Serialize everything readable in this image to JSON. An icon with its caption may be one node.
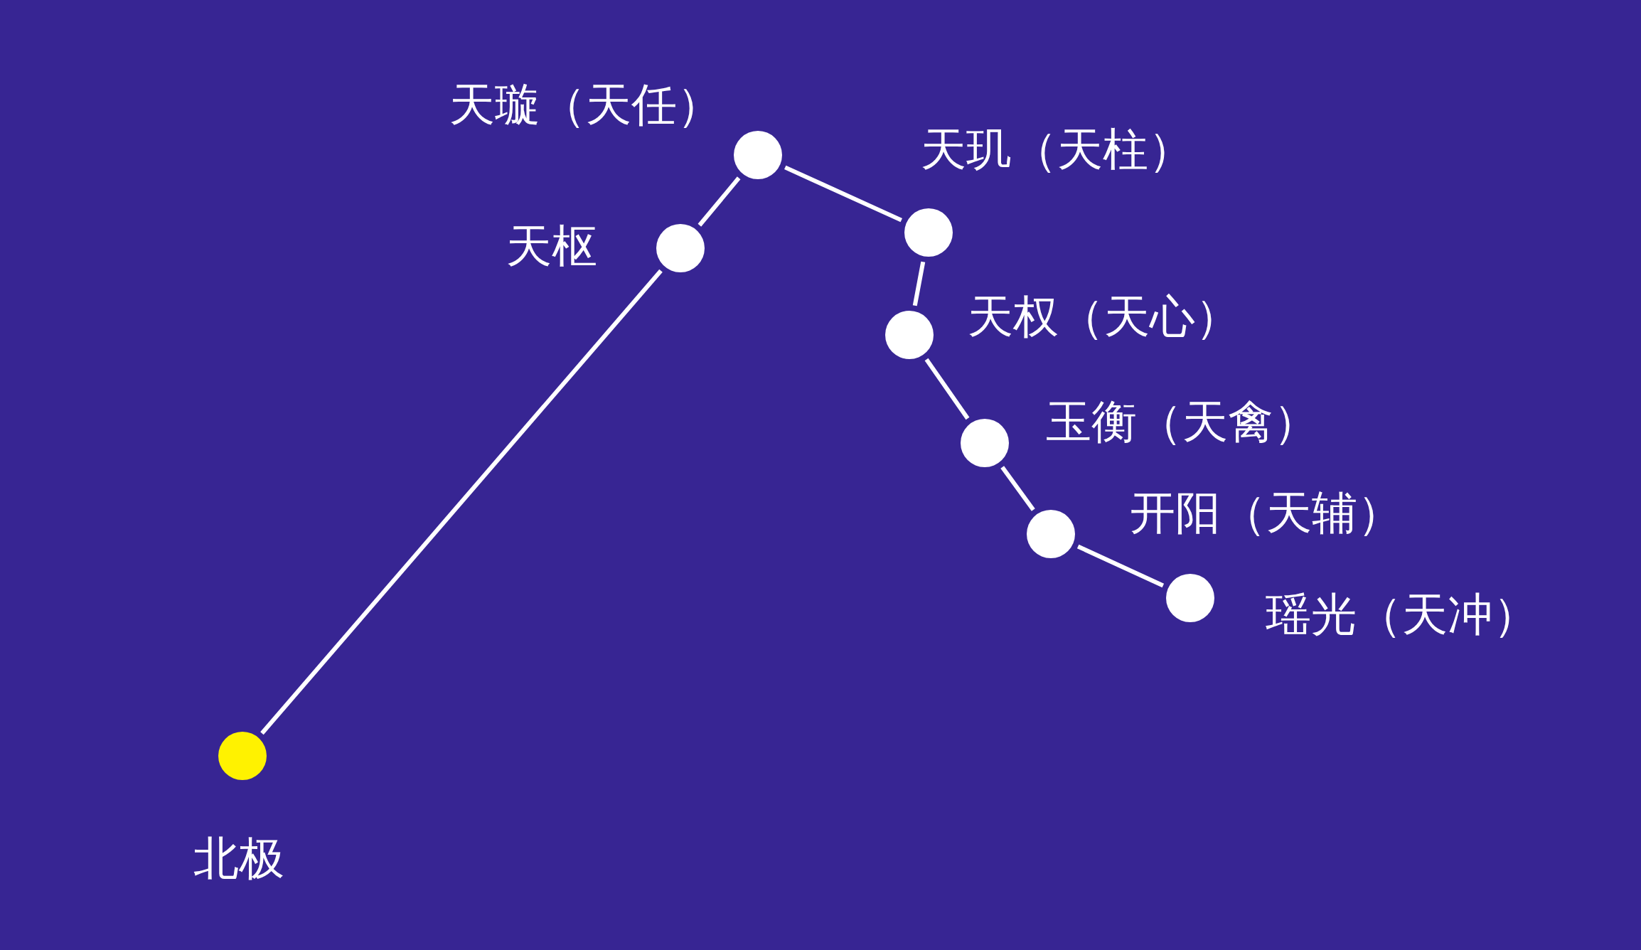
{
  "diagram": {
    "nodes": [
      {
        "text": [],
        "shape": "circle",
        "beside": [
          "天枢"
        ]
      },
      {
        "text": [],
        "shape": "circle",
        "beside": [
          "天璇（天任）"
        ]
      },
      {
        "text": [],
        "shape": "circle",
        "beside": [
          "天玑（天柱）"
        ]
      },
      {
        "text": [],
        "shape": "circle",
        "beside": [
          "天权（天心）"
        ]
      },
      {
        "text": [],
        "shape": "circle",
        "beside": [
          "玉衡（天禽）"
        ]
      },
      {
        "text": [],
        "shape": "circle",
        "beside": [
          "开阳（天辅）"
        ]
      },
      {
        "text": [],
        "shape": "circle",
        "beside": [
          "瑶光（天冲）"
        ]
      },
      {
        "text": [],
        "shape": "circle",
        "beside": [
          "北极"
        ]
      }
    ],
    "edges": [
      {
        "from": 7,
        "to": 0,
        "arrow": "none"
      },
      {
        "from": 0,
        "to": 1,
        "arrow": "none"
      },
      {
        "from": 1,
        "to": 2,
        "arrow": "none"
      },
      {
        "from": 2,
        "to": 3,
        "arrow": "none"
      },
      {
        "from": 3,
        "to": 4,
        "arrow": "none"
      },
      {
        "from": 4,
        "to": 5,
        "arrow": "none"
      },
      {
        "from": 5,
        "to": 6,
        "arrow": "none"
      }
    ]
  }
}
